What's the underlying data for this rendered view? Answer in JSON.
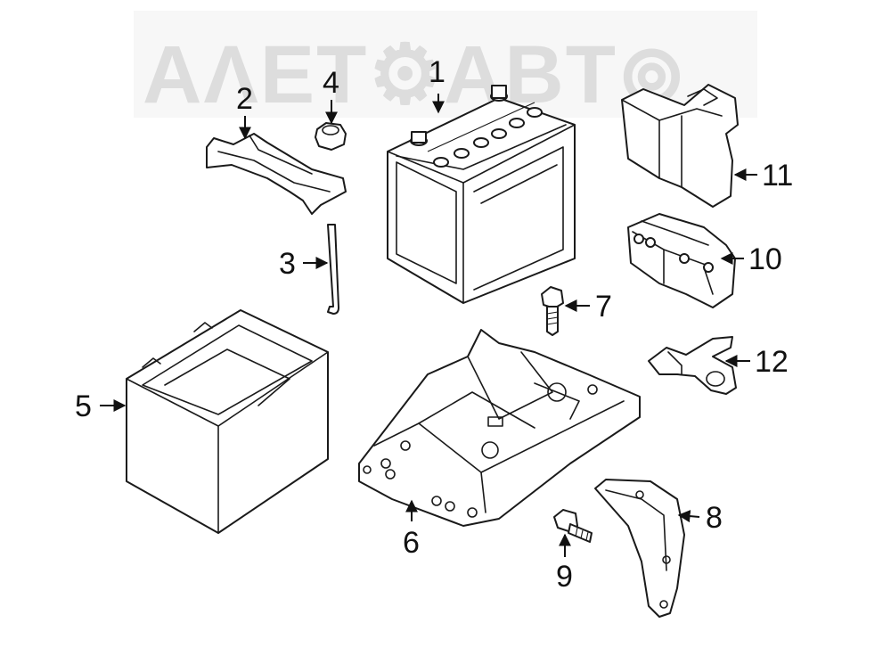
{
  "watermark": {
    "text": "ΑΛΕΤ⚙ΑΒΤ⊚"
  },
  "callouts": [
    {
      "id": "1",
      "label": "1"
    },
    {
      "id": "2",
      "label": "2"
    },
    {
      "id": "3",
      "label": "3"
    },
    {
      "id": "4",
      "label": "4"
    },
    {
      "id": "5",
      "label": "5"
    },
    {
      "id": "6",
      "label": "6"
    },
    {
      "id": "7",
      "label": "7"
    },
    {
      "id": "8",
      "label": "8"
    },
    {
      "id": "9",
      "label": "9"
    },
    {
      "id": "10",
      "label": "10"
    },
    {
      "id": "11",
      "label": "11"
    },
    {
      "id": "12",
      "label": "12"
    }
  ],
  "colors": {
    "line": "#1a1a1a",
    "watermark": "#c8c8c8",
    "background": "#ffffff"
  }
}
